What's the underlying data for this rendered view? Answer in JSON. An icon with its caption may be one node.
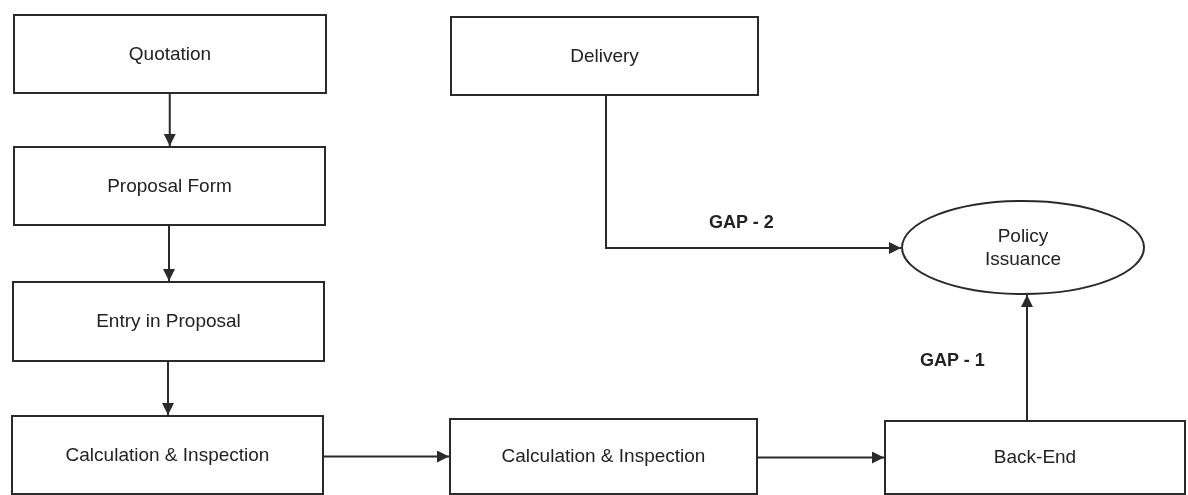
{
  "diagram": {
    "nodes": [
      {
        "text": [
          "Quotation"
        ]
      },
      {
        "text": [
          "Delivery"
        ]
      },
      {
        "text": [
          "Proposal Form"
        ]
      },
      {
        "text": [
          "Policy Issuance"
        ]
      },
      {
        "text": [
          "Entry in Proposal"
        ]
      },
      {
        "text": [
          "Calculation & Inspection"
        ]
      },
      {
        "text": [
          "Calculation & Inspection"
        ]
      },
      {
        "text": [
          "Back-End"
        ]
      }
    ],
    "edges": [
      {
        "from": 0,
        "to": 2,
        "arrow": "to"
      },
      {
        "from": 2,
        "to": 4,
        "arrow": "to"
      },
      {
        "from": 4,
        "to": 5,
        "arrow": "to"
      },
      {
        "from": 5,
        "to": 6,
        "arrow": "to"
      },
      {
        "from": 6,
        "to": 7,
        "arrow": "to"
      },
      {
        "from": 1,
        "to": 3,
        "arrow": "to",
        "label": "GAP - 2"
      },
      {
        "from": 7,
        "to": 3,
        "arrow": "to",
        "label": "GAP - 1"
      }
    ]
  }
}
